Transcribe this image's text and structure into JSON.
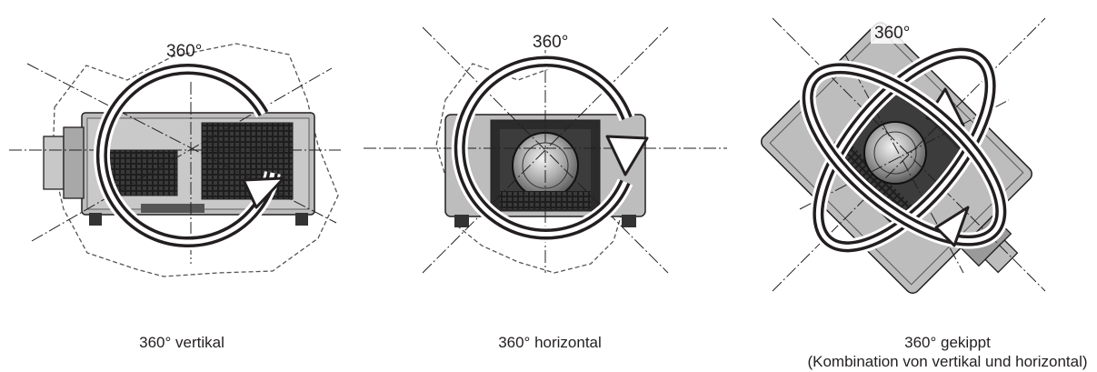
{
  "panels": [
    {
      "id": "vertical",
      "degree": "360°",
      "caption": "360° vertikal"
    },
    {
      "id": "horizontal",
      "degree": "360°",
      "caption": "360° horizontal"
    },
    {
      "id": "tilted",
      "degree": "360°",
      "caption": "360° gekippt",
      "caption_line2": "(Kombination von vertikal und horizontal)"
    }
  ],
  "colors": {
    "body": "#bdbdbd",
    "body_dark": "#8d8d8d",
    "panel_dark": "#2b2b2b",
    "line": "#231f20",
    "lens": "#9a9a9a"
  }
}
